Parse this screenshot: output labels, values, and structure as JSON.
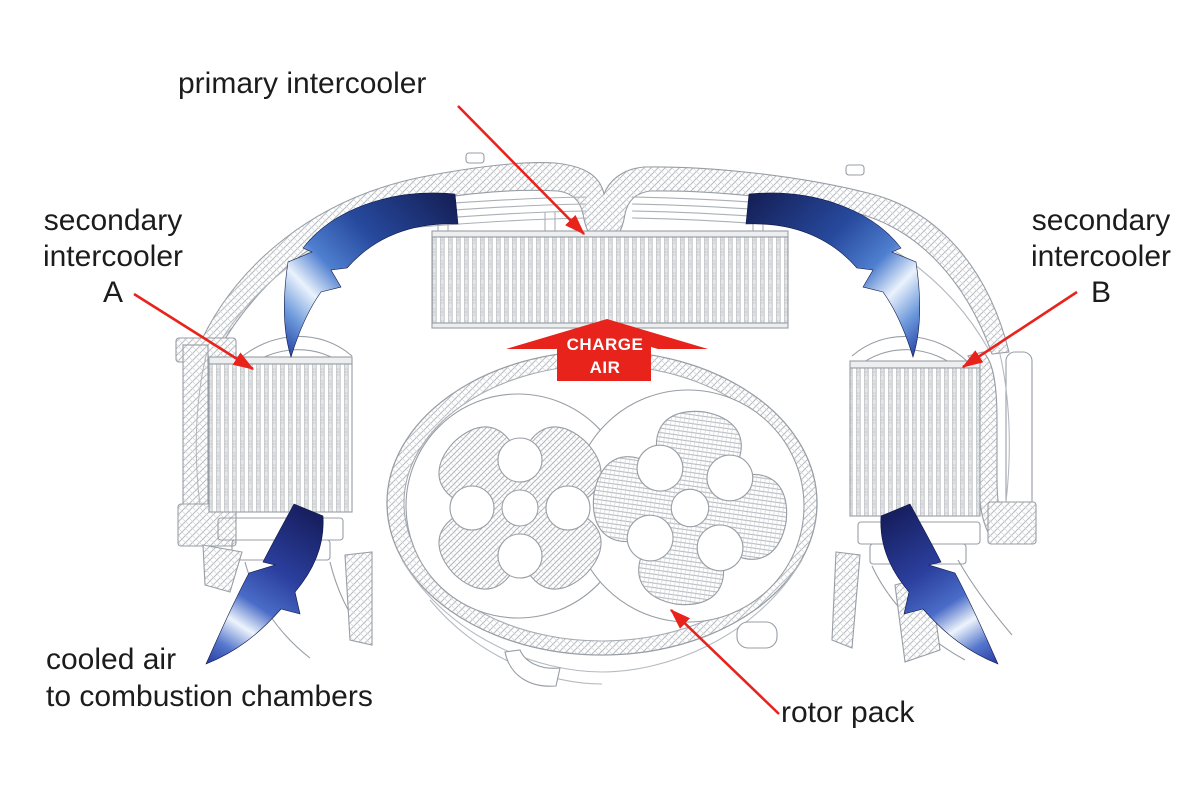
{
  "diagram": {
    "labels": {
      "primary_intercooler": "primary intercooler",
      "secondary_intercooler_a": "secondary\nintercooler\nA",
      "secondary_intercooler_b": "secondary\nintercooler\nB",
      "cooled_air": "cooled air\nto combustion chambers",
      "rotor_pack": "rotor pack",
      "charge_air": "CHARGE\nAIR"
    },
    "icons": [
      "airflow-arrow-top-left",
      "airflow-arrow-top-right",
      "airflow-arrow-bottom-left",
      "airflow-arrow-bottom-right",
      "leader-arrow-primary-intercooler",
      "leader-arrow-secondary-intercooler-a",
      "leader-arrow-secondary-intercooler-b",
      "leader-arrow-rotor-pack",
      "charge-air-up-arrow"
    ],
    "colors": {
      "background": "#ffffff",
      "label_text": "#1c1c1c",
      "leader_arrow_red": "#e8231c",
      "charge_air_banner_red": "#e8231c",
      "charge_air_text": "#ffffff",
      "flow_arrow_navy": "#16226b",
      "flow_arrow_blue": "#2d52b8",
      "flow_arrow_highlight": "#eaf2fc",
      "line_art_gray": "#989ea5",
      "hatch_gray": "#bcc0c6"
    }
  }
}
